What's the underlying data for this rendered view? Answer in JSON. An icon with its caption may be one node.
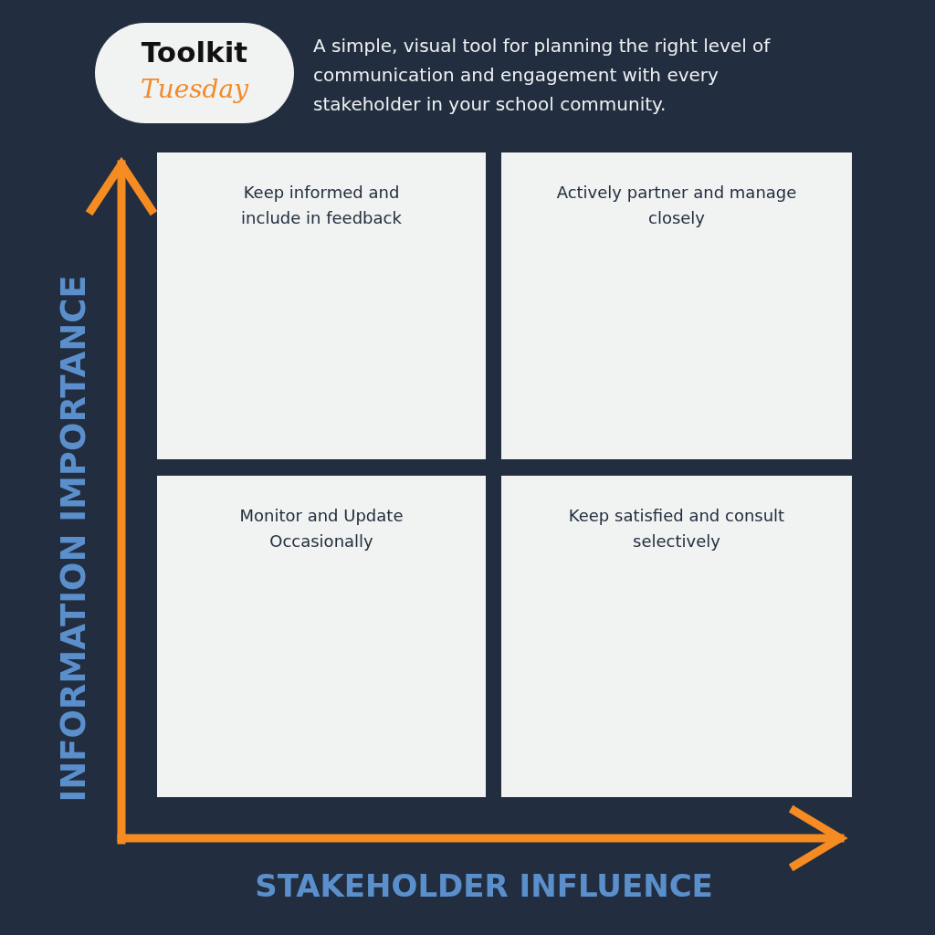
{
  "diagram": {
    "nodes": [
      {
        "text": [
          "Toolkit",
          "Tuesday"
        ]
      },
      {
        "text": [
          "Keep informed and include in feedback"
        ]
      },
      {
        "text": [
          "Actively partner and manage closely"
        ]
      },
      {
        "text": [
          "Monitor and Update Occasionally"
        ]
      },
      {
        "text": [
          "Keep satisfied and consult selectively"
        ]
      }
    ],
    "edges": [],
    "labels": [
      "A simple, visual tool for planning the right level of communication and engagement with every stakeholder in your school community.",
      "INFORMATION IMPORTANCE",
      "STAKEHOLDER INFLUENCE"
    ]
  }
}
